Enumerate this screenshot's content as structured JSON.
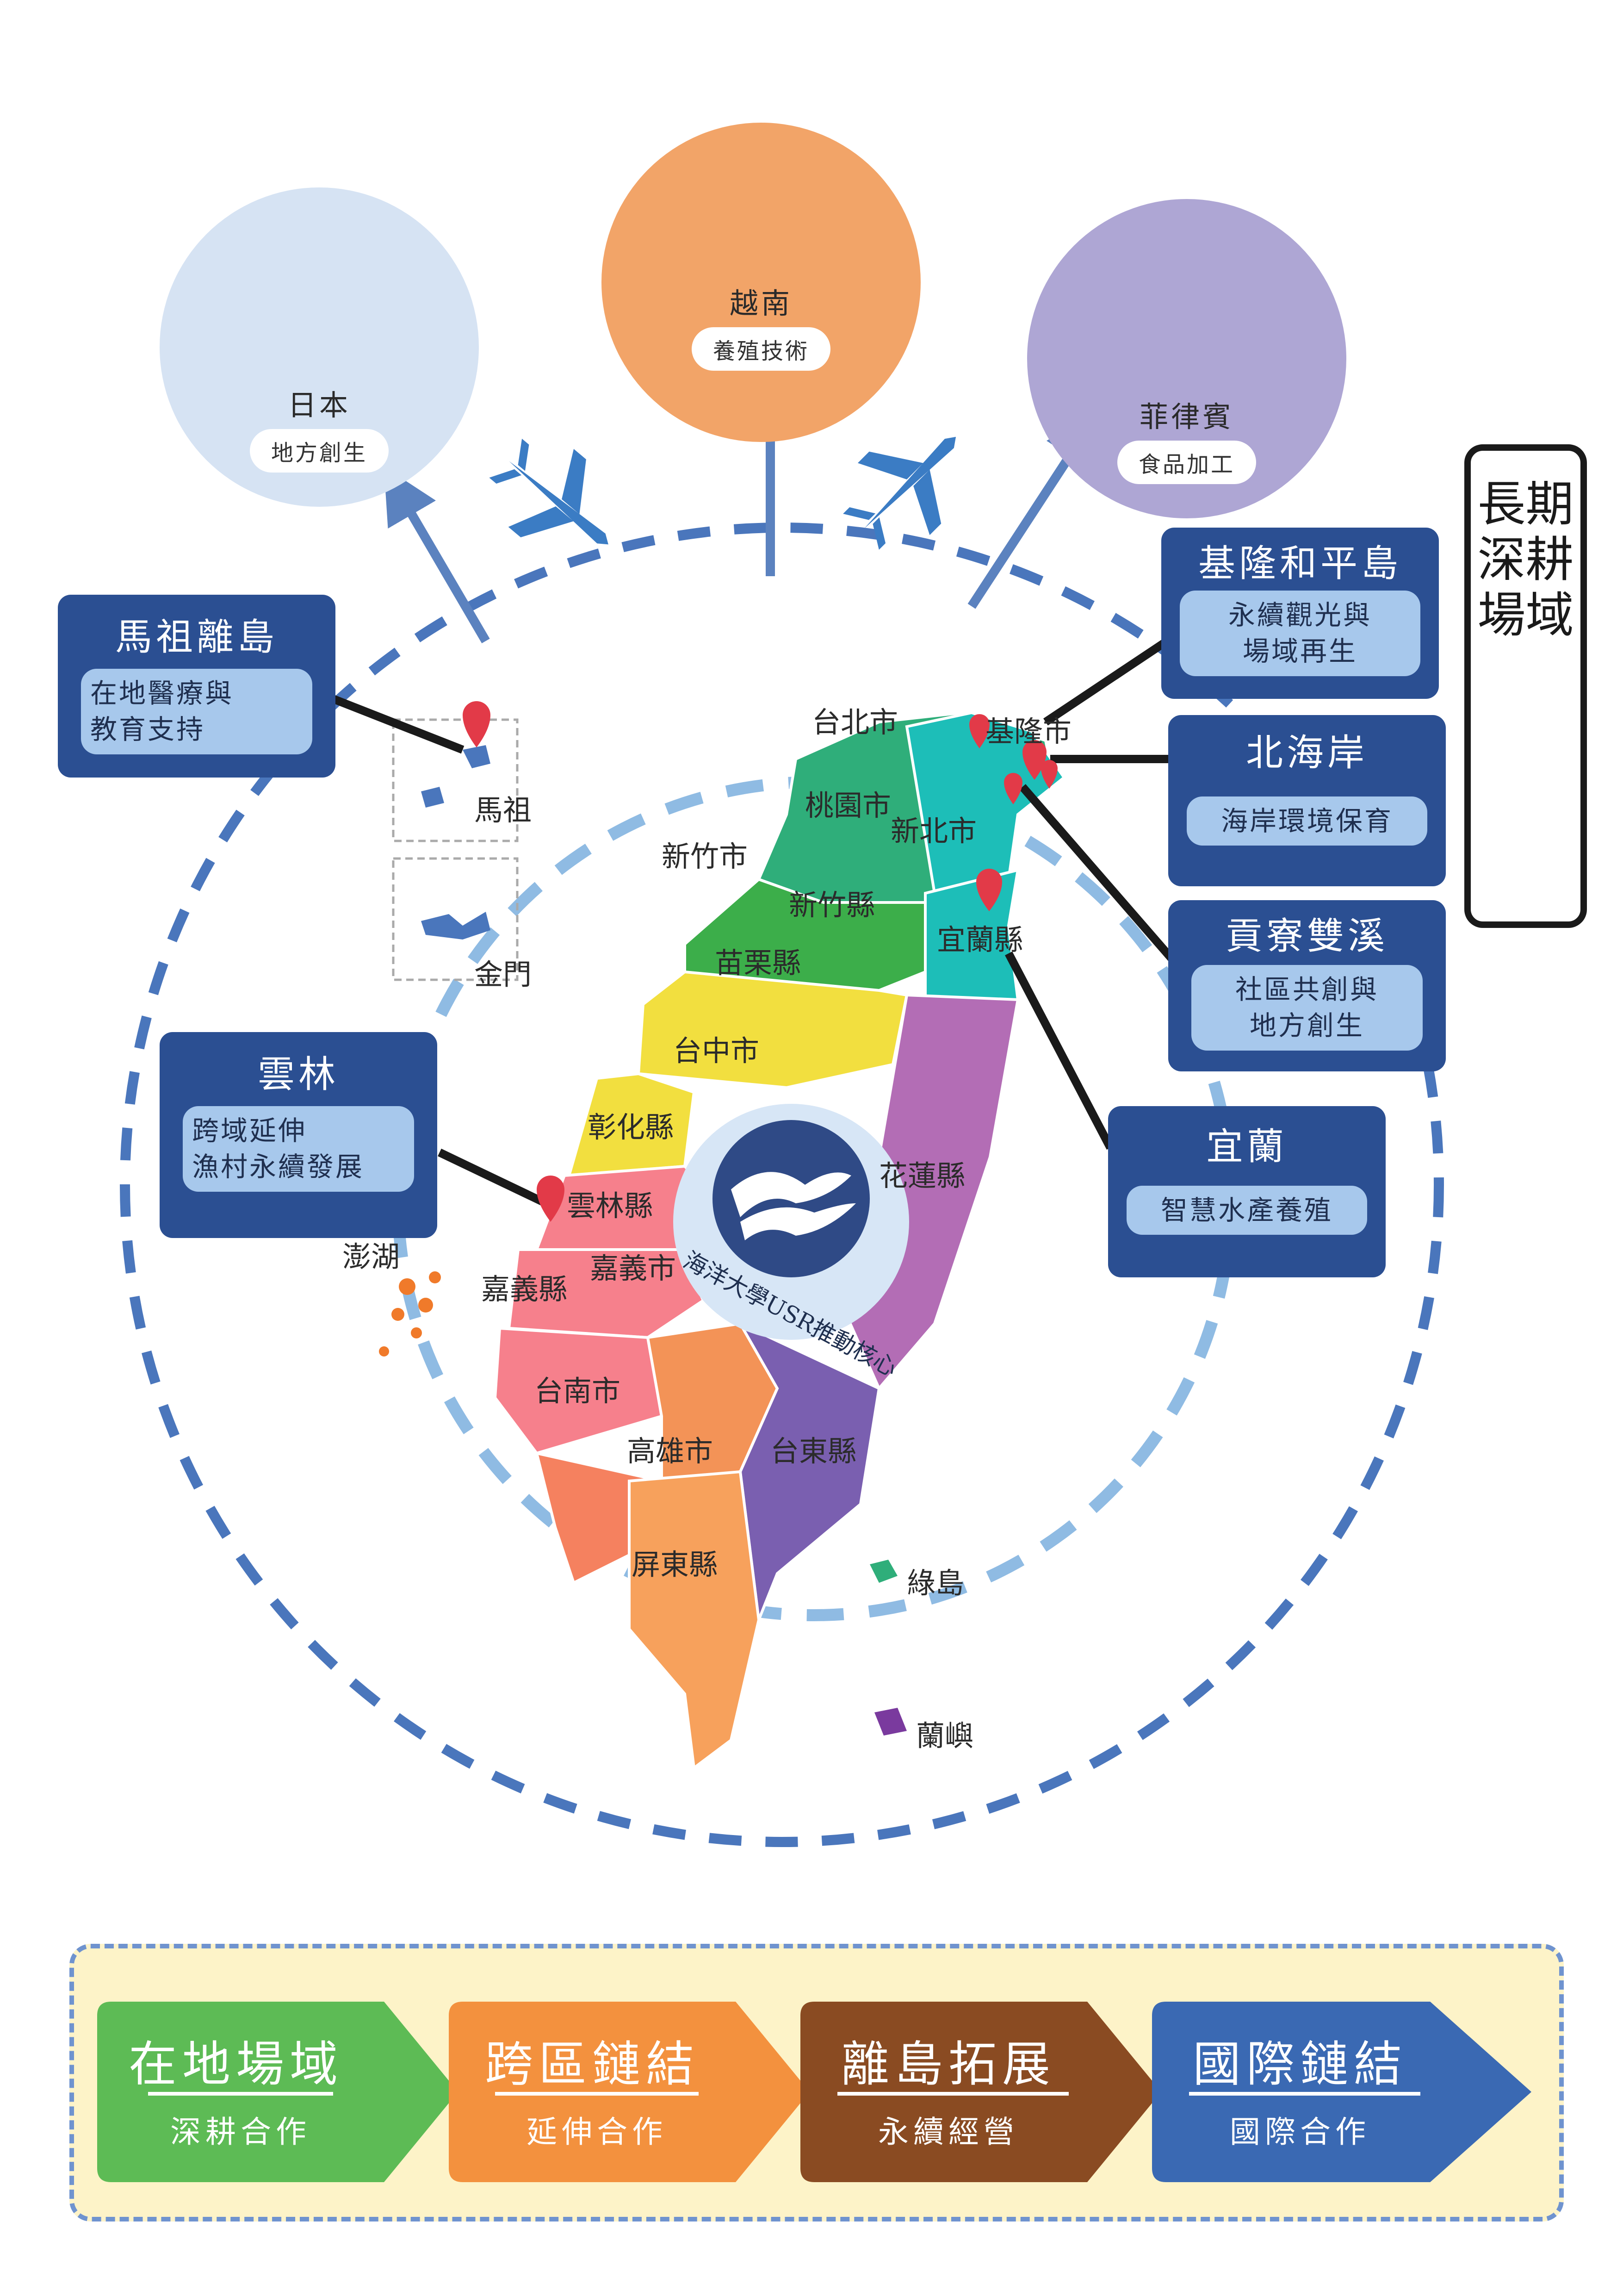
{
  "countries": [
    {
      "name": "日本",
      "tag": "地方創生",
      "color": "#d6e3f3"
    },
    {
      "name": "越南",
      "tag": "養殖技術",
      "color": "#f2a468"
    },
    {
      "name": "菲律賓",
      "tag": "食品加工",
      "color": "#aea6d4"
    }
  ],
  "banner": "長期深耕場域",
  "sites": {
    "matsu": {
      "title": "馬祖離島",
      "desc": "在地醫療與\n教育支持"
    },
    "yunlin": {
      "title": "雲林",
      "desc": "跨域延伸\n漁村永續發展"
    },
    "keelung_heping": {
      "title": "基隆和平島",
      "desc": "永續觀光與\n場域再生"
    },
    "north_coast": {
      "title": "北海岸",
      "desc": "海岸環境保育"
    },
    "gongliao": {
      "title": "貢寮雙溪",
      "desc": "社區共創與\n地方創生"
    },
    "yilan": {
      "title": "宜蘭",
      "desc": "智慧水產養殖"
    }
  },
  "map_labels": {
    "taipei": "台北市",
    "keelung": "基隆市",
    "taoyuan": "桃園市",
    "new_taipei": "新北市",
    "hsinchu_city": "新竹市",
    "hsinchu_county": "新竹縣",
    "miaoli": "苗栗縣",
    "yilan": "宜蘭縣",
    "taichung": "台中市",
    "changhua": "彰化縣",
    "yunlin": "雲林縣",
    "chiayi_city": "嘉義市",
    "chiayi_county": "嘉義縣",
    "hualien": "花蓮縣",
    "tainan": "台南市",
    "kaohsiung": "高雄市",
    "taitung": "台東縣",
    "pingtung": "屏東縣",
    "penghu": "澎湖",
    "matsu": "馬祖",
    "kinmen": "金門",
    "green_island": "綠島",
    "orchid_island": "蘭嶼"
  },
  "center_logo_text": "海洋大學USR推動核心",
  "steps": [
    {
      "title": "在地場域",
      "sub": "深耕合作",
      "color": "#5dbb55"
    },
    {
      "title": "跨區鏈結",
      "sub": "延伸合作",
      "color": "#f3913e"
    },
    {
      "title": "離島拓展",
      "sub": "永續經營",
      "color": "#8a4b22"
    },
    {
      "title": "國際鏈結",
      "sub": "國際合作",
      "color": "#3a69b3"
    }
  ],
  "colors": {
    "card_bg": "#2b4f92",
    "card_sub_bg": "#a7c8ec",
    "ring_outer": "#4a76bc",
    "ring_inner": "#8fbbe3",
    "pin": "#e23a48",
    "plane": "#3b7cc4",
    "arrow": "#5b82bf"
  },
  "icons": [
    "japan-flag-icon",
    "vietnam-flag-icon",
    "philippines-flag-icon",
    "plane-icon",
    "map-pin-icon",
    "ocean-wave-logo-icon"
  ]
}
